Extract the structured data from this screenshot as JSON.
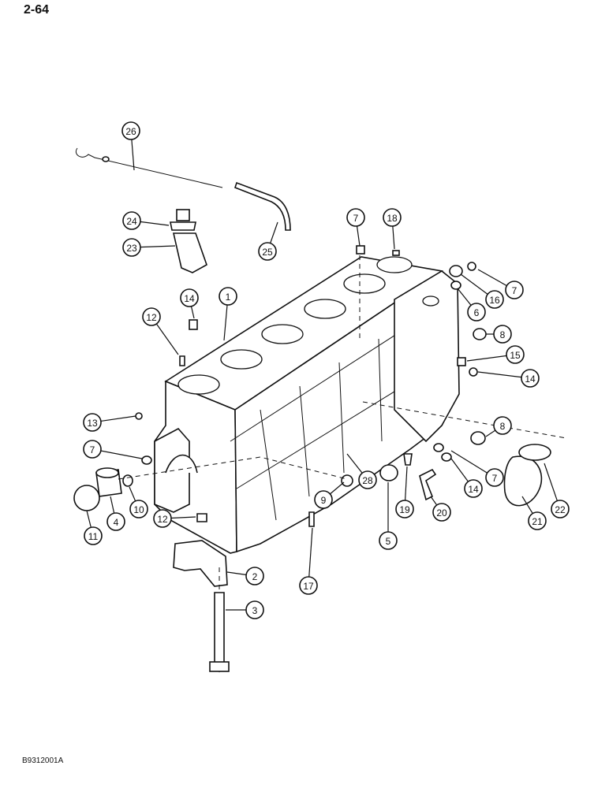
{
  "page_number": "2-64",
  "figure_code": "B9312001A",
  "callouts": [
    "26",
    "24",
    "23",
    "25",
    "7",
    "18",
    "7",
    "16",
    "6",
    "14",
    "1",
    "12",
    "8",
    "15",
    "14",
    "13",
    "8",
    "7",
    "7",
    "14",
    "9",
    "28",
    "10",
    "4",
    "11",
    "12",
    "19",
    "20",
    "21",
    "22",
    "5",
    "2",
    "3",
    "17"
  ],
  "colors": {
    "ink": "#111111",
    "paper": "#ffffff"
  }
}
